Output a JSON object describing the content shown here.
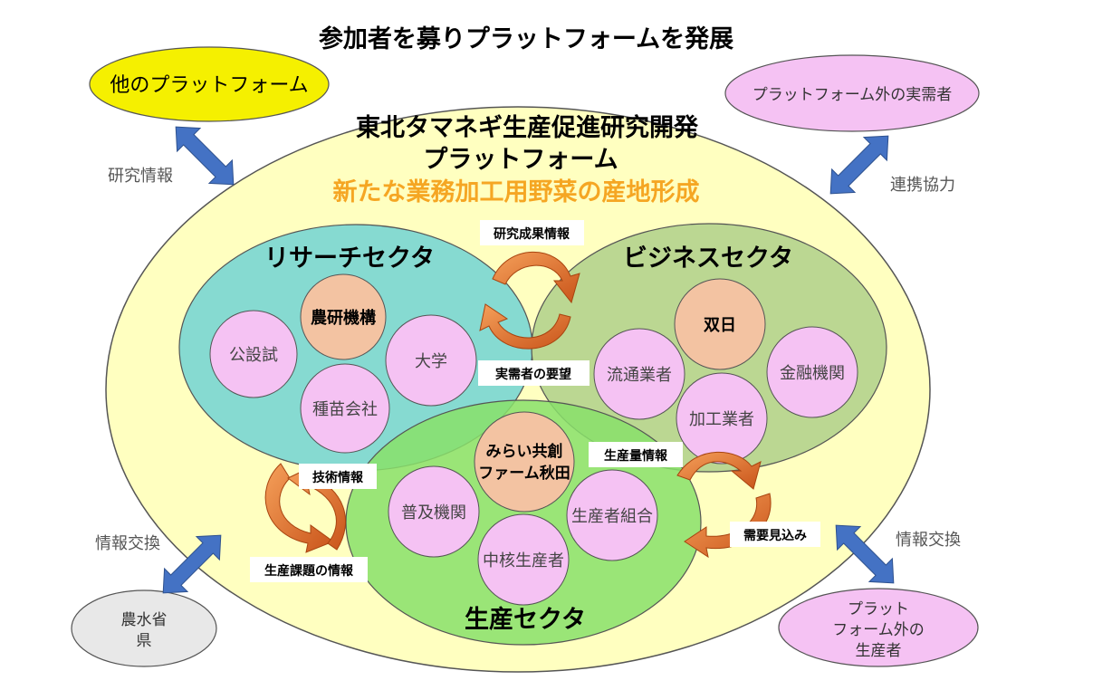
{
  "title": "参加者を募りプラットフォームを発展",
  "platform": {
    "name_line1": "東北タマネギ生産促進研究開発",
    "name_line2": "プラットフォーム",
    "subtitle": "新たな業務加工用野菜の産地形成"
  },
  "outer": {
    "other_platform": "他のプラットフォーム",
    "outside_users": "プラットフォーム外の実需者",
    "ministry_line1": "農水省",
    "ministry_line2": "県",
    "outside_producers_line1": "プラット",
    "outside_producers_line2": "フォーム外の",
    "outside_producers_line3": "生産者"
  },
  "exchange_labels": {
    "research_info": "研究情報",
    "cooperation": "連携協力",
    "info_exchange_left": "情報交換",
    "info_exchange_right": "情報交換"
  },
  "sectors": {
    "research": {
      "name": "リサーチセクタ",
      "members": [
        "農研機構",
        "公設試",
        "大学",
        "種苗会社"
      ]
    },
    "business": {
      "name": "ビジネスセクタ",
      "members": [
        "双日",
        "流通業者",
        "金融機関",
        "加工業者"
      ]
    },
    "production": {
      "name": "生産セクタ",
      "center_line1": "みらい共創",
      "center_line2": "ファーム秋田",
      "members": [
        "普及機関",
        "生産者組合",
        "中核生産者"
      ]
    }
  },
  "flow_labels": {
    "research_results": "研究成果情報",
    "user_demand": "実需者の要望",
    "tech_info": "技術情報",
    "production_issues": "生産課題の情報",
    "production_volume": "生産量情報",
    "demand_forecast": "需要見込み"
  },
  "colors": {
    "outer_ellipse": "#ffffc0",
    "research_sector": "#7fd8d2",
    "business_sector": "#b7d58f",
    "production_sector": "#88e16a",
    "member_circle": "#f5c2f3",
    "core_circle": "#f3c3a2",
    "arrow_blue": "#4472c4",
    "cycle_orange": "#e67e35",
    "subtitle_orange": "#f5a623",
    "other_platform_fill": "#f5f000"
  }
}
